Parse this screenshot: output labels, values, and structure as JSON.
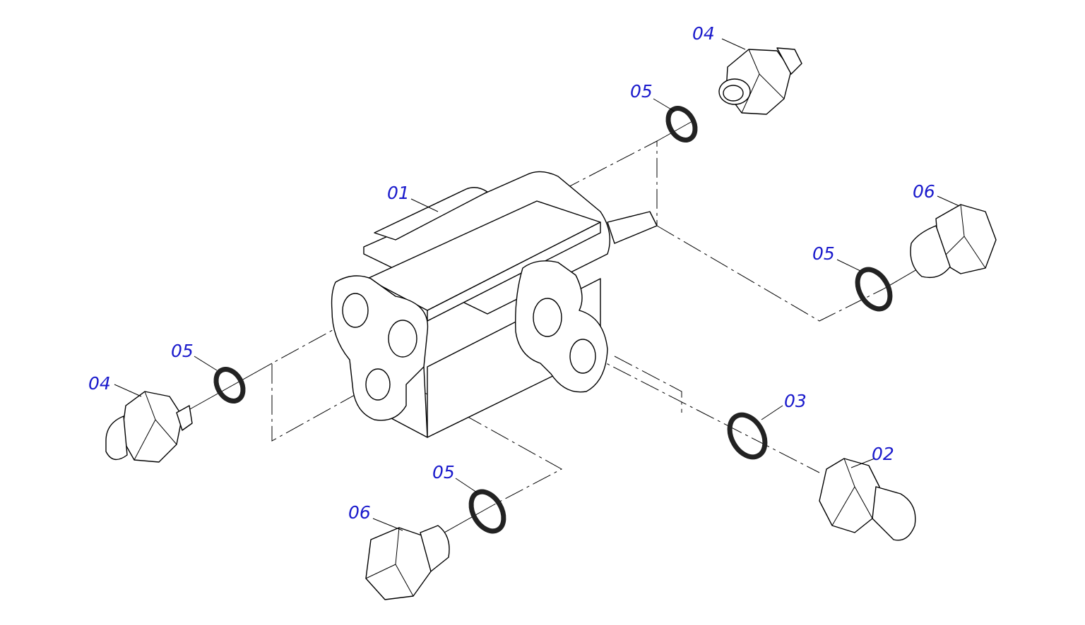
{
  "callouts": {
    "main_body": "01",
    "fitting_02": "02",
    "oring_03": "03",
    "fitting_04_top": "04",
    "fitting_04_left": "04",
    "oring_05_top": "05",
    "oring_05_right": "05",
    "oring_05_left": "05",
    "oring_05_bottom": "05",
    "plug_06_right": "06",
    "plug_06_bottom": "06"
  },
  "colors": {
    "label": "#1a1acc",
    "line": "#000000",
    "oring": "#222222",
    "background": "#ffffff"
  }
}
